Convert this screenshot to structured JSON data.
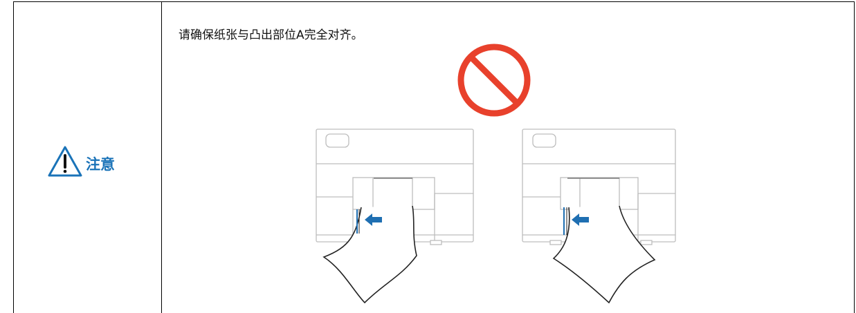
{
  "caution": {
    "icon": "warning-triangle-icon",
    "label": "注意",
    "color": "#1a73b8"
  },
  "instruction": {
    "text": "请确保纸张与凸出部位A完全对齐。"
  },
  "illustration": {
    "prohibited_icon": "prohibited-icon",
    "prohibited_color": "#e8412c",
    "arrow_color": "#1f6fb2",
    "panels": [
      {
        "name": "printer-misaligned-left"
      },
      {
        "name": "printer-misaligned-right"
      }
    ]
  }
}
